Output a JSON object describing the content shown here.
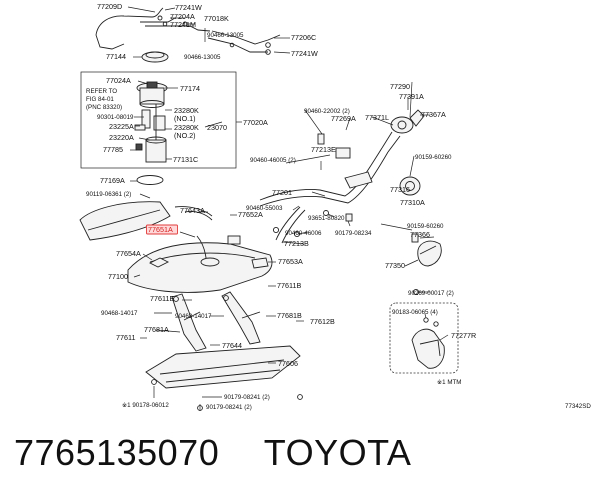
{
  "caption": {
    "part_number": "7765135070",
    "brand": "TOYOTA"
  },
  "diagram": {
    "ref_code": "77342SD",
    "highlighted_part": "77651A",
    "labels": {
      "l77209D": "77209D",
      "l77241W_a": "77241W",
      "l77204A": "77204A",
      "l77018K": "77018K",
      "l77241M": "77241M",
      "l90466_13005_a": "90466-13005",
      "l77206C": "77206C",
      "l90466_13005_b": "90466-13005",
      "l77144": "77144",
      "l77241W_b": "77241W",
      "l77024A": "77024A",
      "l77174": "77174",
      "refer_1": "REFER TO",
      "refer_2": "FIG 84-01",
      "refer_3": "(PNC 83320)",
      "l90301_08019": "90301-08019",
      "l23280K_1": "23280K",
      "no1": "(NO.1)",
      "l23225A": "23225A",
      "l23280K_2": "23280K",
      "no2": "(NO.2)",
      "l23070": "23070",
      "l77020A": "77020A",
      "l23220A": "23220A",
      "l77785": "77785",
      "l77131C": "77131C",
      "l77290": "77290",
      "l77391A": "77391A",
      "l90460_22002": "90460-22002 (2)",
      "l77371L": "77371L",
      "l77367A": "77367A",
      "l77269A": "77269A",
      "l90159_60260_a": "90159-60260",
      "l77213E": "77213E",
      "l90460_46005": "90460-46005 (2)",
      "l77169A": "77169A",
      "l90119_06361": "90119-06361 (2)",
      "l77643A": "77643A",
      "l77201": "77201",
      "l77316": "77316",
      "l77310A": "77310A",
      "l77652A": "77652A",
      "l90460_55003": "90460-55003",
      "l93651_80820": "93651-80820",
      "l90159_60260_b": "90159-60260",
      "l77366": "77366",
      "l90460_46006": "90460-46006",
      "l90179_08234": "90179-08234",
      "l77213B": "77213B",
      "l77654A": "77654A",
      "l77653A": "77653A",
      "l77350": "77350",
      "l77100": "77100",
      "l77611E": "77611E",
      "l77611B": "77611B",
      "l90269_00017": "90269-00017 (2)",
      "l90468_14017_a": "90468-14017",
      "l90468_14017_b": "90468-14017",
      "l77681B": "77681B",
      "l77612B": "77612B",
      "l90183_06065": "90183-06065 (4)",
      "l77681A": "77681A",
      "l77611": "77611",
      "l77644": "77644",
      "l77277R": "77277R",
      "l77606": "77606",
      "l90179_08241_a": "90179-08241 (2)",
      "l1mtm": "※1 MTM",
      "l90178_06012": "※1 90178-06012",
      "l90179_08241_b": "90179-08241 (2)"
    }
  }
}
